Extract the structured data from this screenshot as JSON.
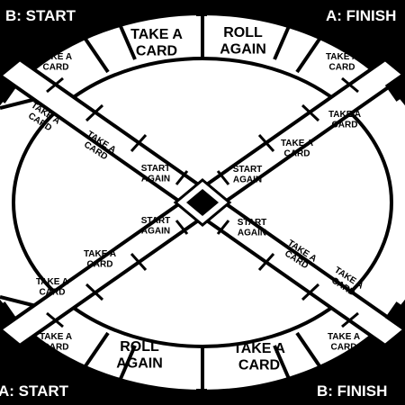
{
  "colors": {
    "ink": "#000000",
    "paper": "#ffffff"
  },
  "corners": {
    "top_left": "B: START",
    "top_right": "A: FINISH",
    "bottom_left": "A: START",
    "bottom_right": "B: FINISH"
  },
  "outer_spaces": {
    "top_take_card": "TAKE A CARD",
    "top_roll_again": "ROLL AGAIN",
    "bottom_roll_again": "ROLL AGAIN",
    "bottom_take_card": "TAKE A CARD",
    "top_left_take_card": "TAKE A CARD",
    "top_right_take_card": "TAKE A CARD",
    "left_take_card": "TAKE A CARD",
    "bottom_left_take_card": "TAKE A CARD",
    "bottom_right_take_card": "TAKE A CARD"
  },
  "inner_spaces": {
    "ul_outer": "TAKE A CARD",
    "ul_mid": "TAKE A CARD",
    "ul_start_again": "START AGAIN",
    "ur_outer": "TAKE A CARD",
    "ur_mid": "TAKE A CARD",
    "ur_start_again": "START AGAIN",
    "ll_mid": "TAKE A CARD",
    "ll_start_again": "START AGAIN",
    "lr_outer": "TAKE A CARD",
    "lr_mid": "TAKE A CARD",
    "lr_start_again": "START AGAIN"
  }
}
